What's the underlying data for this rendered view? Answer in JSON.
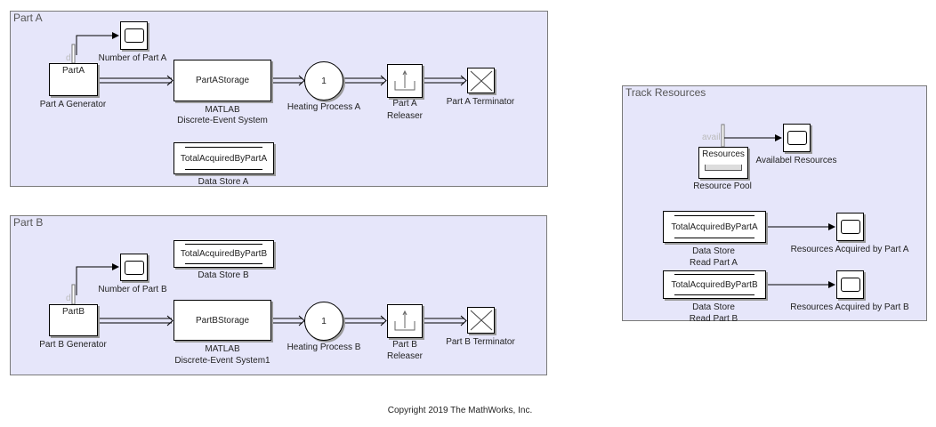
{
  "part_a": {
    "title": "Part A",
    "generator": {
      "text": "PartA",
      "label": "Part A Generator",
      "port": "d"
    },
    "scope_label": "Number of Part A",
    "storage": {
      "text": "PartAStorage",
      "label1": "MATLAB",
      "label2": "Discrete-Event System"
    },
    "server": {
      "text": "1",
      "label": "Heating Process A"
    },
    "releaser": {
      "label1": "Part A",
      "label2": "Releaser"
    },
    "terminator": {
      "label": "Part A Terminator"
    },
    "data_store": {
      "text": "TotalAcquiredByPartA",
      "label": "Data Store A"
    }
  },
  "part_b": {
    "title": "Part B",
    "generator": {
      "text": "PartB",
      "label": "Part B Generator",
      "port": "d"
    },
    "scope_label": "Number of Part B",
    "storage": {
      "text": "PartBStorage",
      "label1": "MATLAB",
      "label2": "Discrete-Event System1"
    },
    "server": {
      "text": "1",
      "label": "Heating Process B"
    },
    "releaser": {
      "label1": "Part B",
      "label2": "Releaser"
    },
    "terminator": {
      "label": "Part B Terminator"
    },
    "data_store": {
      "text": "TotalAcquiredByPartB",
      "label": "Data Store B"
    }
  },
  "track": {
    "title": "Track Resources",
    "pool": {
      "text": "Resources",
      "label": "Resource Pool",
      "port": "avail"
    },
    "avail_scope_label": "Availabel Resources",
    "read_a": {
      "text": "TotalAcquiredByPartA",
      "label1": "Data Store",
      "label2": "Read Part A",
      "scope_label": "Resources Acquired by Part A"
    },
    "read_b": {
      "text": "TotalAcquiredByPartB",
      "label1": "Data Store",
      "label2": "Read Part B",
      "scope_label": "Resources Acquired by Part B"
    }
  },
  "copyright": "Copyright 2019 The MathWorks, Inc.",
  "colors": {
    "area_fill": "#e6e6fa",
    "area_border": "#7a7a7a"
  }
}
